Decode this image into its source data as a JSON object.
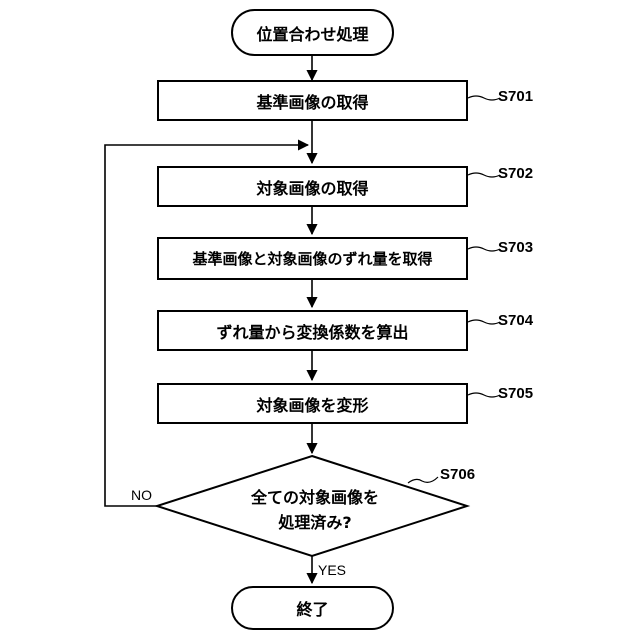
{
  "start": "位置合わせ処理",
  "steps": [
    {
      "id": "S701",
      "text": "基準画像の取得"
    },
    {
      "id": "S702",
      "text": "対象画像の取得"
    },
    {
      "id": "S703",
      "text": "基準画像と対象画像のずれ量を取得"
    },
    {
      "id": "S704",
      "text": "ずれ量から変換係数を算出"
    },
    {
      "id": "S705",
      "text": "対象画像を変形"
    }
  ],
  "decision": {
    "id": "S706",
    "line1": "全ての対象画像を",
    "line2": "処理済み?"
  },
  "branches": {
    "no": "NO",
    "yes": "YES"
  },
  "end": "終了"
}
